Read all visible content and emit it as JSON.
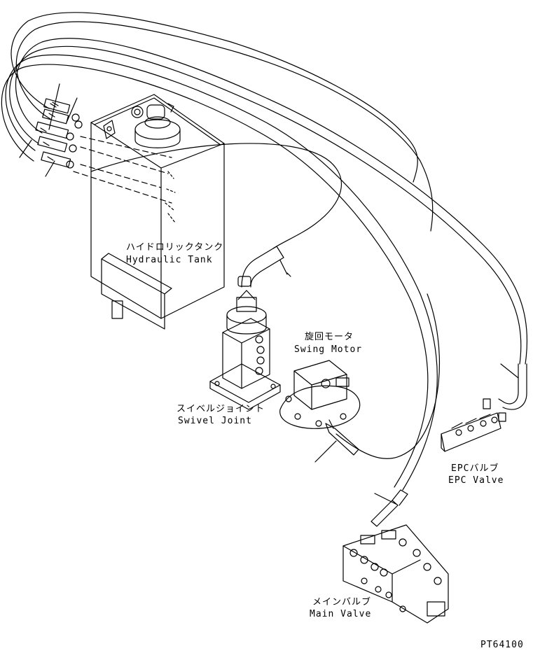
{
  "labels": {
    "hydraulic_tank_jp": "ハイドロリックタンク",
    "hydraulic_tank_en": "Hydraulic Tank",
    "swing_motor_jp": "旋回モータ",
    "swing_motor_en": "Swing Motor",
    "swivel_joint_jp": "スイベルジョイント",
    "swivel_joint_en": "Swivel Joint",
    "epc_valve_jp": "EPCバルブ",
    "epc_valve_en": "EPC Valve",
    "main_valve_jp": "メインバルブ",
    "main_valve_en": "Main Valve",
    "drawing_code": "PT64100"
  },
  "colors": {
    "ink": "#000000",
    "paper": "#ffffff"
  }
}
